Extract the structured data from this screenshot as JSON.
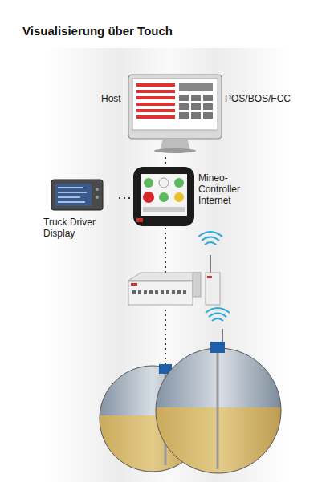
{
  "diagram": {
    "title": "Visualisierung über Touch",
    "nodes": [
      {
        "text": [
          "Host",
          "POS/BOS/FCC"
        ]
      },
      {
        "text": [
          "Mineo-Controller Internet"
        ]
      },
      {
        "text": [
          "Truck Driver Display"
        ]
      }
    ],
    "edges": [
      {
        "from": 0,
        "to": 1,
        "arrow": "none"
      },
      {
        "from": 2,
        "to": 1,
        "arrow": "none"
      }
    ]
  }
}
